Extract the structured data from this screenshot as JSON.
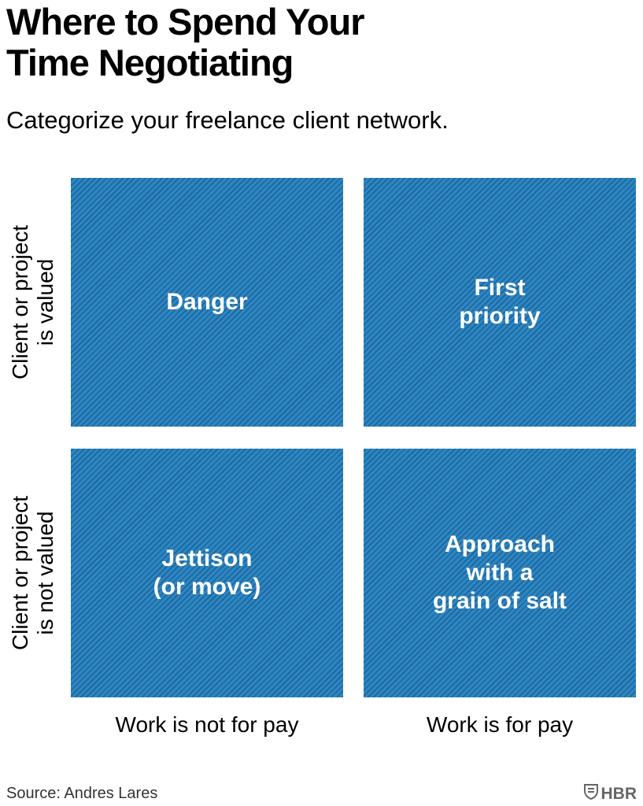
{
  "title": "Where to Spend Your\nTime Negotiating",
  "subtitle": "Categorize your freelance client network.",
  "quadrants": {
    "top_left": "Danger",
    "top_right": "First\npriority",
    "bottom_left": "Jettison\n(or move)",
    "bottom_right": "Approach\nwith a\ngrain of salt"
  },
  "axes": {
    "y_top": "Client or project\nis valued",
    "y_bottom": "Client or project\nis not valued",
    "x_left": "Work is not for pay",
    "x_right": "Work is for pay"
  },
  "footer": {
    "source": "Source: Andres Lares",
    "logo": "HBR"
  },
  "colors": {
    "quadrant_fill": "#2c87c0",
    "quadrant_text": "#ffffff"
  }
}
